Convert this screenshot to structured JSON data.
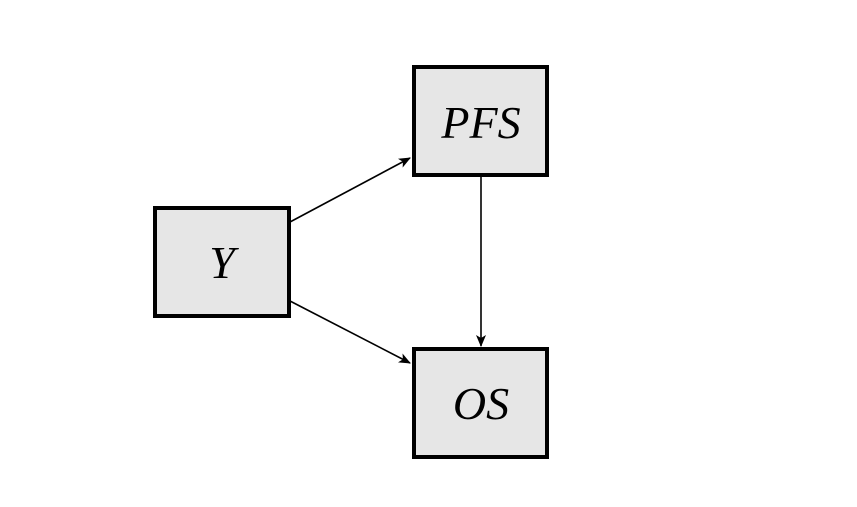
{
  "nodes": {
    "y": {
      "label": "Y"
    },
    "pfs": {
      "label": "PFS"
    },
    "os": {
      "label": "OS"
    }
  },
  "edges": [
    {
      "from": "Y",
      "to": "PFS"
    },
    {
      "from": "Y",
      "to": "OS"
    },
    {
      "from": "PFS",
      "to": "OS"
    }
  ],
  "colors": {
    "node_fill": "#e6e6e6",
    "node_stroke": "#000000",
    "edge": "#000000"
  }
}
